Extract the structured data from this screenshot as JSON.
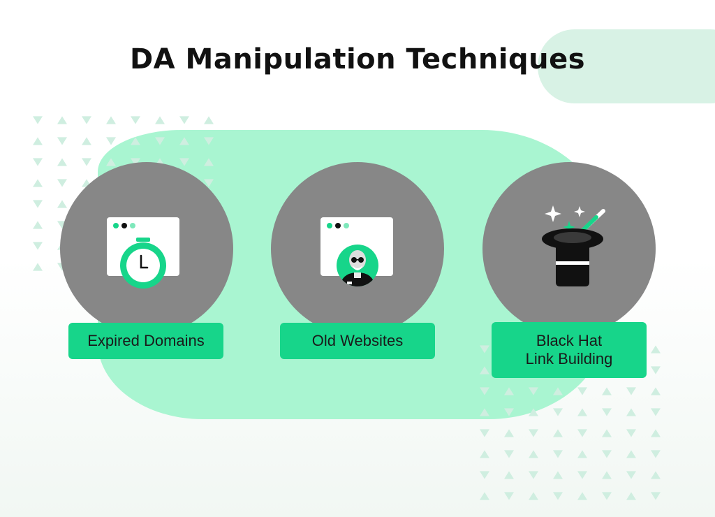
{
  "title": "DA Manipulation Techniques",
  "colors": {
    "accent_green": "#17d58a",
    "blob_green": "#a9f5d1",
    "circle_gray": "#878787",
    "pale_green": "#d8f2e5"
  },
  "techniques": [
    {
      "label_lines": [
        "Expired Domains"
      ],
      "icon": "stopwatch-browser-icon"
    },
    {
      "label_lines": [
        "Old Websites"
      ],
      "icon": "old-man-browser-icon"
    },
    {
      "label_lines": [
        "Black Hat",
        "Link Building"
      ],
      "icon": "magic-hat-icon"
    }
  ]
}
